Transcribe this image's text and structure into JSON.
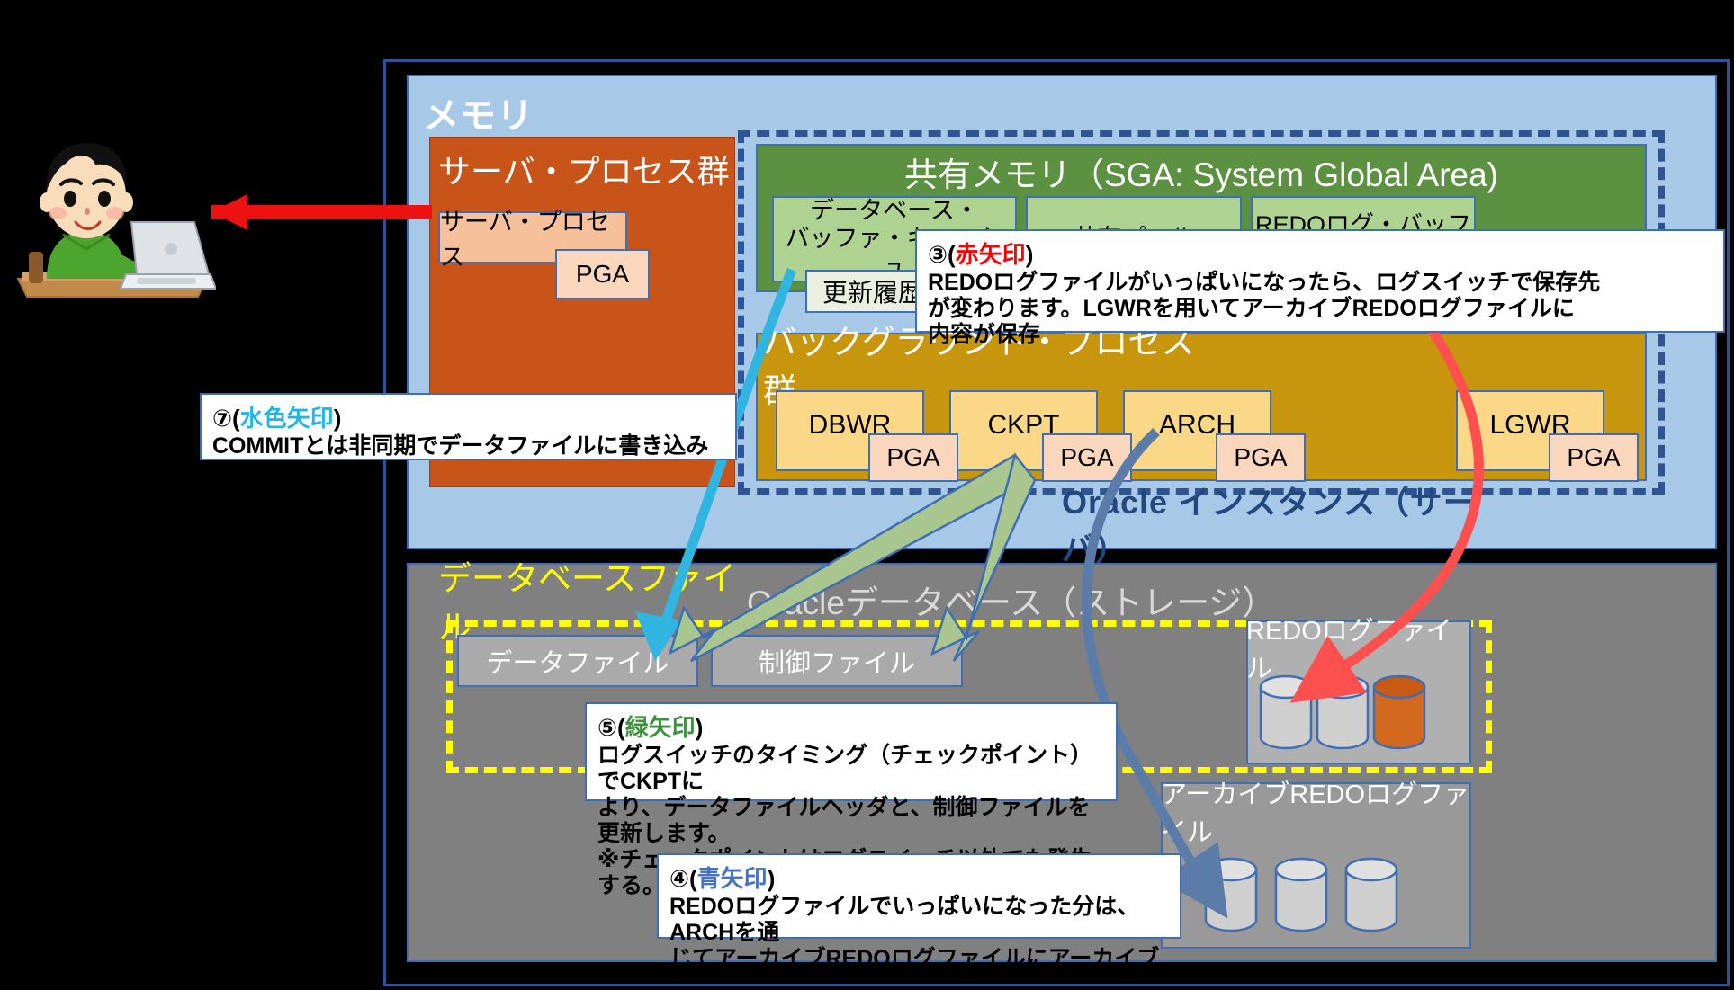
{
  "memory": {
    "label": "メモリ",
    "instance_label": "Oracle インスタンス（サーバ）"
  },
  "server_process_group": {
    "label": "サーバ・プロセス群",
    "server_process": "サーバ・プロセス",
    "pga": "PGA"
  },
  "sga": {
    "title": "共有メモリ（SGA: System Global Area)",
    "buffer_cache": "データベース・\nバッファ・キャッシュ",
    "buffer_cache_line1": "データベース・",
    "buffer_cache_line2": "バッファ・キャッシュ",
    "shared_pool": "共有プール",
    "redo_log_buffer": "REDOログ・バッファ",
    "update_history_buffer": "更新履歴",
    "update_history_redo": "更新履歴"
  },
  "background_process_group": {
    "label": "バックグラウンド・プロセス群",
    "processes": [
      {
        "name": "DBWR",
        "pga": "PGA"
      },
      {
        "name": "CKPT",
        "pga": "PGA"
      },
      {
        "name": "ARCH",
        "pga": "PGA"
      },
      {
        "name": "LGWR",
        "pga": "PGA"
      }
    ]
  },
  "storage": {
    "label": "Oracleデータベース（ストレージ）",
    "database_file_label": "データベースファイル",
    "data_file": "データファイル",
    "control_file": "制御ファイル",
    "redo_log_files": "REDOログファイル",
    "archive_redo_log_files": "アーカイブREDOログファイル"
  },
  "callouts": {
    "c3": {
      "number": "③(",
      "arrow": "赤矢印",
      "close": ")",
      "line1": "REDOログファイルがいっぱいになったら、ログスイッチで保存先",
      "line2": "が変わります。LGWRを用いてアーカイブREDOログファイルに",
      "line3": "内容が保存"
    },
    "c7": {
      "number": "⑦(",
      "arrow": "水色矢印",
      "close": ")",
      "line1": "COMMITとは非同期でデータファイルに書き込み"
    },
    "c5": {
      "number": "⑤(",
      "arrow": "緑矢印",
      "close": ")",
      "line1": "ログスイッチのタイミング（チェックポイント）でCKPTに",
      "line2": "より、データファイルヘッダと、制御ファイルを更新します。",
      "line3": "※チェックポイントはログスイッチ以外でも発生する。"
    },
    "c4": {
      "number": "④(",
      "arrow": "青矢印",
      "close": ")",
      "line1": "REDOログファイルでいっぱいになった分は、ARCHを通",
      "line2": "じてアーカイブREDOログファイルにアーカイブ"
    }
  },
  "colors": {
    "memory_bg": "#a8c8e8",
    "server_group": "#c8541a",
    "sga": "#5d9142",
    "sga_sub": "#aed391",
    "bg_proc_group": "#c8960c",
    "bg_proc": "#fbd887",
    "pga": "#fad6bc",
    "storage": "#808080",
    "red_arrow": "#ff5050",
    "cyan_arrow": "#2fb5e0",
    "green_arrow": "#a9c68e",
    "blue_arrow": "#5b7ca8",
    "yellow_dash": "#ffff00",
    "instance_dash": "#2e5496"
  }
}
